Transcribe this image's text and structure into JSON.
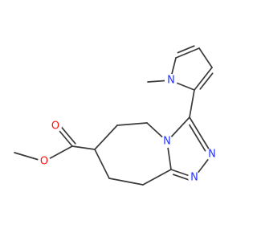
{
  "colors": {
    "background": "#ffffff",
    "bond": "#3a3a3a",
    "nitrogen": "#2233ff",
    "oxygen": "#ff1111"
  },
  "atoms": {
    "n_pyrrole": "N",
    "n_fused": "N",
    "n_triazole_a": "N",
    "n_triazole_b": "N",
    "o_carbonyl": "O",
    "o_ester": "O"
  }
}
